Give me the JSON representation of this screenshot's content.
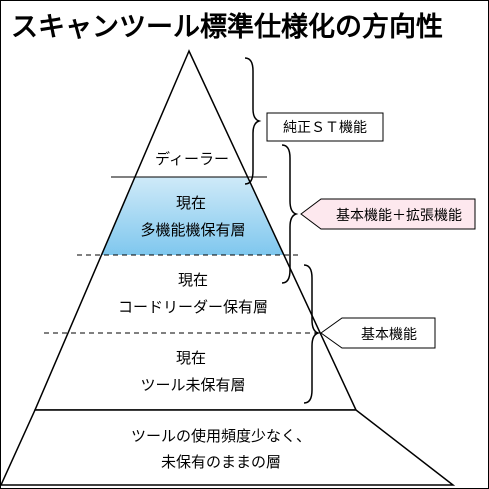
{
  "title": "スキャンツール標準仕様化の方向性",
  "pyramid": {
    "tier_dealer": "ディーラー",
    "tier_multi": [
      "現在",
      "多機能機保有層"
    ],
    "tier_code": [
      "現在",
      "コードリーダー保有層"
    ],
    "tier_none": [
      "現在",
      "ツール未保有層"
    ],
    "tier_base": [
      "ツールの使用頻度少なく、",
      "未保有のままの層"
    ]
  },
  "callouts": {
    "genuine": "純正ＳＴ機能",
    "extended": "基本機能＋拡張機能",
    "basic": "基本機能"
  },
  "colors": {
    "multi_top": "#cfeaf8",
    "multi_bottom": "#7fc7ee",
    "extended_box": "#fde8ee",
    "outline": "#000000"
  }
}
